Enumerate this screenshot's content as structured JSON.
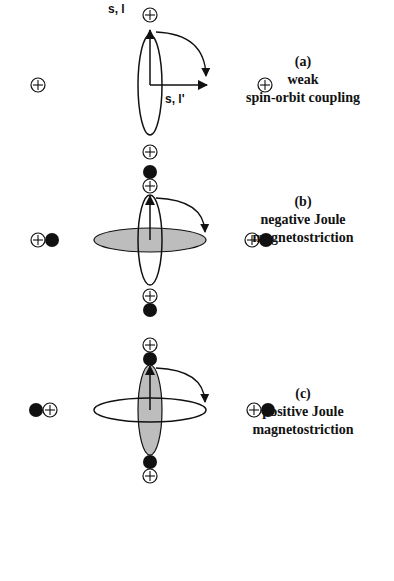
{
  "diagram": {
    "labels": [
      "s, l",
      "s, l'",
      "(a)",
      "weak",
      "spin-orbit coupling",
      "(b)",
      "negative Joule",
      "magnetostriction",
      "(c)",
      "positive Joule",
      "magnetostriction"
    ]
  }
}
